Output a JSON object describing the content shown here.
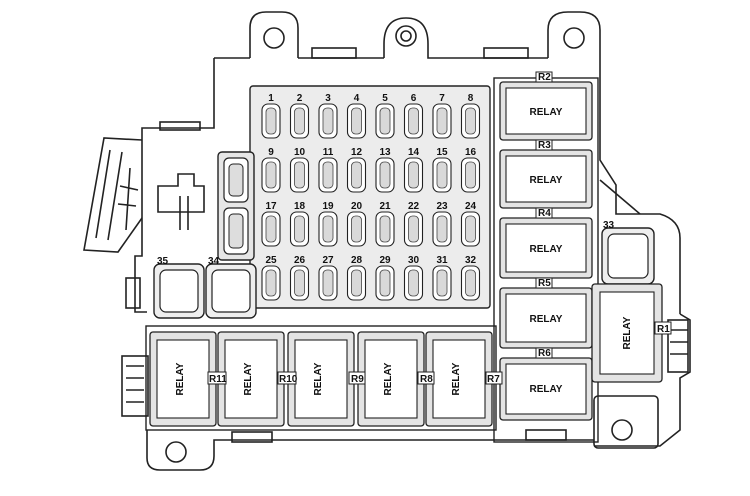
{
  "fuses": {
    "row1": [
      "1",
      "2",
      "3",
      "4",
      "5",
      "6",
      "7",
      "8"
    ],
    "row2": [
      "9",
      "10",
      "11",
      "12",
      "13",
      "14",
      "15",
      "16"
    ],
    "row3": [
      "17",
      "18",
      "19",
      "20",
      "21",
      "22",
      "23",
      "24"
    ],
    "row4": [
      "25",
      "26",
      "27",
      "28",
      "29",
      "30",
      "31",
      "32"
    ],
    "large": [
      "35",
      "34",
      "33"
    ]
  },
  "relays": {
    "right_labels": [
      "R2",
      "R3",
      "R4",
      "R5",
      "R6"
    ],
    "side_label": "R1",
    "bottom_labels": [
      "R11",
      "R10",
      "R9",
      "R8",
      "R7"
    ],
    "text": "RELAY"
  }
}
